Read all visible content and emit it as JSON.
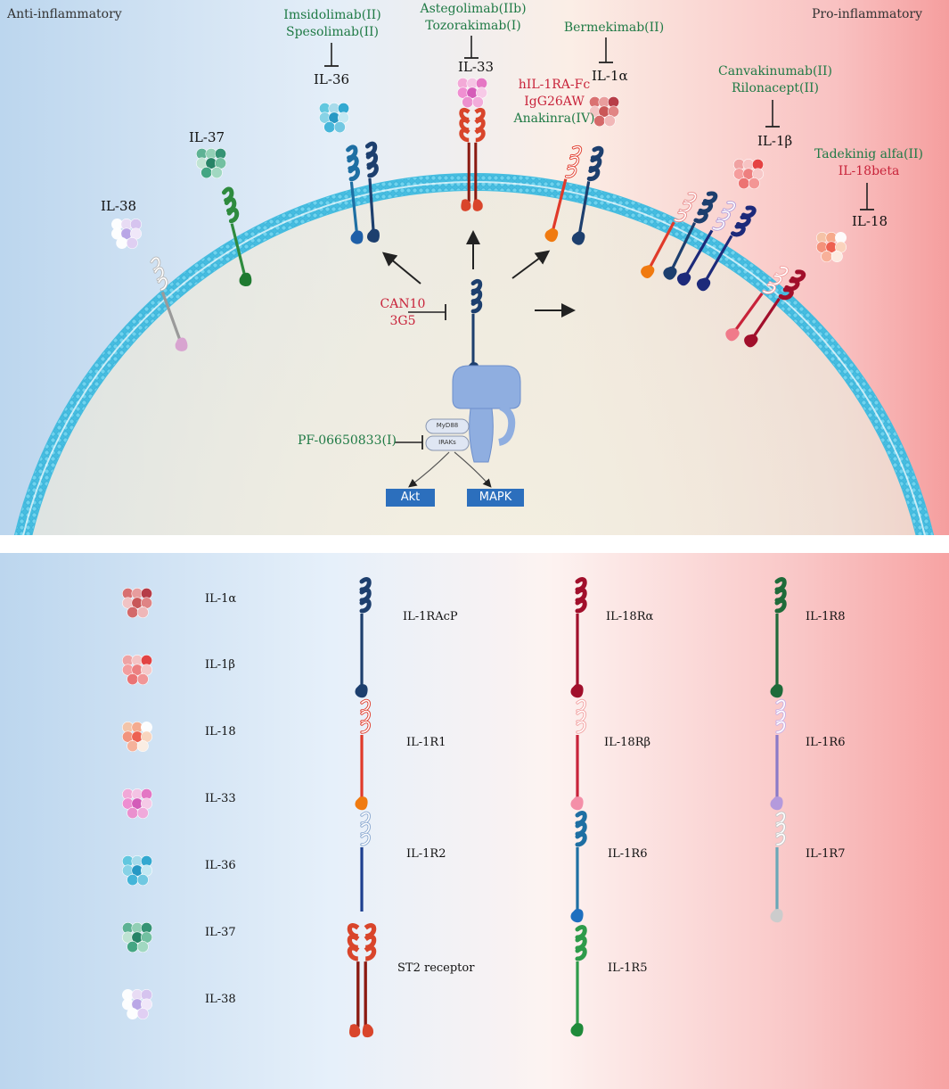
{
  "top": {
    "left_label": "Anti-inflammatory",
    "right_label": "Pro-inflammatory",
    "ligands": {
      "il36": "IL-36",
      "il33": "IL-33",
      "il1a": "IL-1α",
      "il1b": "IL-1β",
      "il18": "IL-18",
      "il37": "IL-37",
      "il38": "IL-38"
    },
    "drugs": {
      "il36_line1": "Imsidolimab(II)",
      "il36_line2": "Spesolimab(II)",
      "il33_line1": "Astegolimab(IIb)",
      "il33_line2": "Tozorakimab(I)",
      "il1a_line1": "Bermekimab(II)",
      "il1r1_line1": "hIL-1RA-Fc",
      "il1r1_line2": "IgG26AW",
      "il1r1_line3": "Anakinra(IV)",
      "il1b_line1": "Canvakinumab(II)",
      "il1b_line2": "Rilonacept(II)",
      "il18_line1": "Tadekinig alfa(II)",
      "il18_line2": "IL-18beta",
      "acp_line1": "CAN10",
      "acp_line2": "3G5",
      "irak_line1": "PF-06650833(I)"
    },
    "adapters": {
      "myd88": "MyD88",
      "iraks": "IRAKs"
    },
    "outputs": {
      "akt": "Akt",
      "mapk": "MAPK"
    }
  },
  "legend": {
    "ligands": [
      "IL-1α",
      "IL-1β",
      "IL-18",
      "IL-33",
      "IL-36",
      "IL-37",
      "IL-38"
    ],
    "col2": [
      "IL-1RAcP",
      "IL-1R1",
      "IL-1R2",
      "ST2 receptor"
    ],
    "col3": [
      "IL-18Rα",
      "IL-18Rβ",
      "IL-1R6",
      "IL-1R5"
    ],
    "col4": [
      "IL-1R8",
      "IL-1R6",
      "IL-1R7"
    ]
  },
  "colors": {
    "membrane": "#5bc8e6",
    "drug_green": "#1f7a45",
    "drug_red": "#c8233a",
    "acp_navy": "#1d3f6e",
    "il1r1_red": "#e03a2a",
    "st2_red": "#d9452b",
    "r1_green": "#2e8b3e",
    "r1_dark_red": "#a10f2b",
    "r6_blue": "#1e6fa3"
  }
}
